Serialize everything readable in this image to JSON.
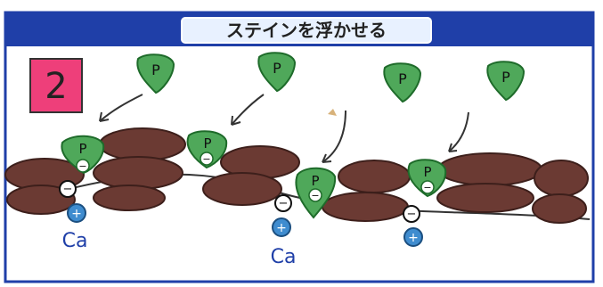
{
  "header": {
    "title": "ステインを浮かせる",
    "band_color": "#1f3fa8"
  },
  "step": {
    "number": "2",
    "badge_color": "#ee3f7a"
  },
  "labels": {
    "p": "P",
    "ca": "Ca",
    "minus": "−",
    "plus": "+"
  },
  "colors": {
    "stain": "#4fa85a",
    "stain_dark": "#1e6b2a",
    "tooth": "#6b3a33",
    "calcium": "#3f8ccf"
  },
  "icons": [
    "phosphate-icon",
    "arrow-icon",
    "minus-icon",
    "plus-icon"
  ]
}
